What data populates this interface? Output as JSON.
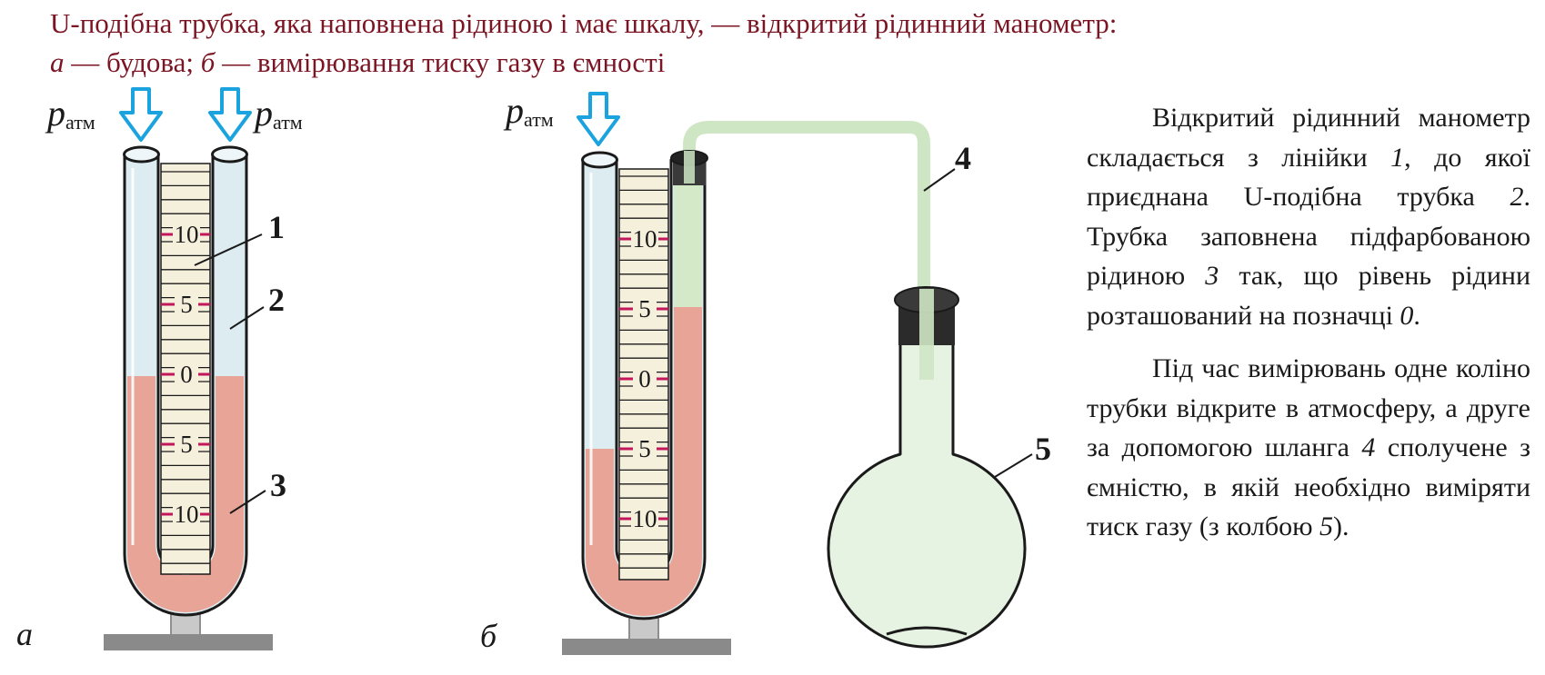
{
  "caption": {
    "line1": "U-подібна трубка, яка наповнена рідиною і має шкалу, — відкритий рідинний манометр:",
    "a_letter": "а",
    "a_text": " — будова; ",
    "b_letter": "б",
    "b_text": " — вимірювання тиску газу в ємності"
  },
  "figure_a": {
    "panel_label": "а",
    "patm_left": "p",
    "patm_left_sub": "атм",
    "patm_right": "p",
    "patm_right_sub": "атм",
    "scale_labels": [
      "10",
      "5",
      "0",
      "5",
      "10"
    ],
    "callouts": [
      "1",
      "2",
      "3"
    ]
  },
  "figure_b": {
    "panel_label": "б",
    "patm": "p",
    "patm_sub": "атм",
    "scale_labels": [
      "10",
      "5",
      "0",
      "5",
      "10"
    ],
    "callouts": [
      "4",
      "5"
    ]
  },
  "body": {
    "p1_s1": "Відкритий рідинний манометр складається з лінійки ",
    "p1_n1": "1",
    "p1_s2": ", до якої приєднана U-подібна трубка ",
    "p1_n2": "2",
    "p1_s3": ". Трубка заповнена підфарбованою рідиною ",
    "p1_n3": "3",
    "p1_s4": " так, що рівень рідини розташований на позначці ",
    "p1_n4": "0",
    "p1_s5": ".",
    "p2_s1": "Під час вимірювань одне коліно трубки відкрите в атмосферу, а друге за допомогою шланга ",
    "p2_n1": "4",
    "p2_s2": " сполучене з ємністю, в якій необхідно виміряти тиск газу (з колбою ",
    "p2_n2": "5",
    "p2_s3": ")."
  },
  "colors": {
    "caption": "#7b1523",
    "liquid": "#e8a090",
    "tube_glass": "#dcecf1",
    "arrow": "#1ba3e0",
    "hose": "#cfe6c4",
    "flask_glass": "#e7f3e2",
    "stand": "#8a8a8a",
    "ruler": "#f5f0dc",
    "tick": "#c2185b"
  }
}
